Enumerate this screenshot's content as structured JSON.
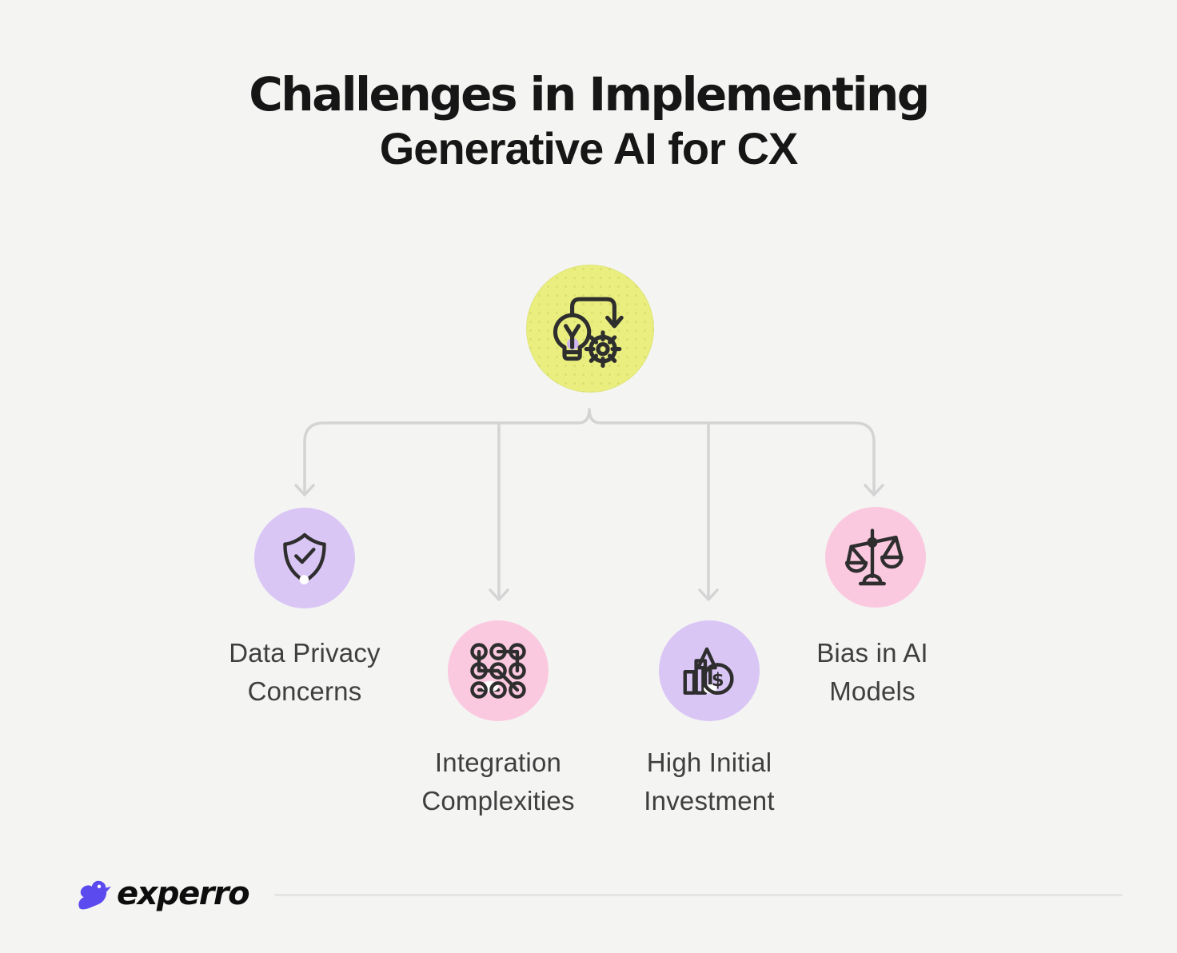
{
  "title": {
    "line1": "Challenges in Implementing",
    "line2": "Generative AI for CX"
  },
  "center_node": {
    "icon": "idea-to-process-icon",
    "circle_color": "#e9ee7e"
  },
  "challenges": [
    {
      "id": "data-privacy",
      "icon": "shield-check-icon",
      "circle_color": "#dac6f5",
      "label_line1": "Data Privacy",
      "label_line2": "Concerns"
    },
    {
      "id": "integration",
      "icon": "network-nodes-icon",
      "circle_color": "#fbc9df",
      "label_line1": "Integration",
      "label_line2": "Complexities"
    },
    {
      "id": "investment",
      "icon": "investment-growth-icon",
      "circle_color": "#dac6f5",
      "label_line1": "High Initial",
      "label_line2": "Investment"
    },
    {
      "id": "bias",
      "icon": "balance-scale-icon",
      "circle_color": "#fbc9df",
      "label_line1": "Bias in AI",
      "label_line2": "Models"
    }
  ],
  "footer": {
    "brand": "experro"
  },
  "colors": {
    "background": "#f4f4f3",
    "center_circle": "#e9ee7e",
    "purple_circle": "#dac6f5",
    "pink_circle": "#fbc9df",
    "connector": "#d4d4d4",
    "title_text": "#161616",
    "label_text": "#3f3f3f",
    "icon_stroke": "#2e2e2e",
    "brand_indigo": "#5b4bef",
    "accent_lavender": "#cdb6f0",
    "divider": "#e5e5e3"
  }
}
